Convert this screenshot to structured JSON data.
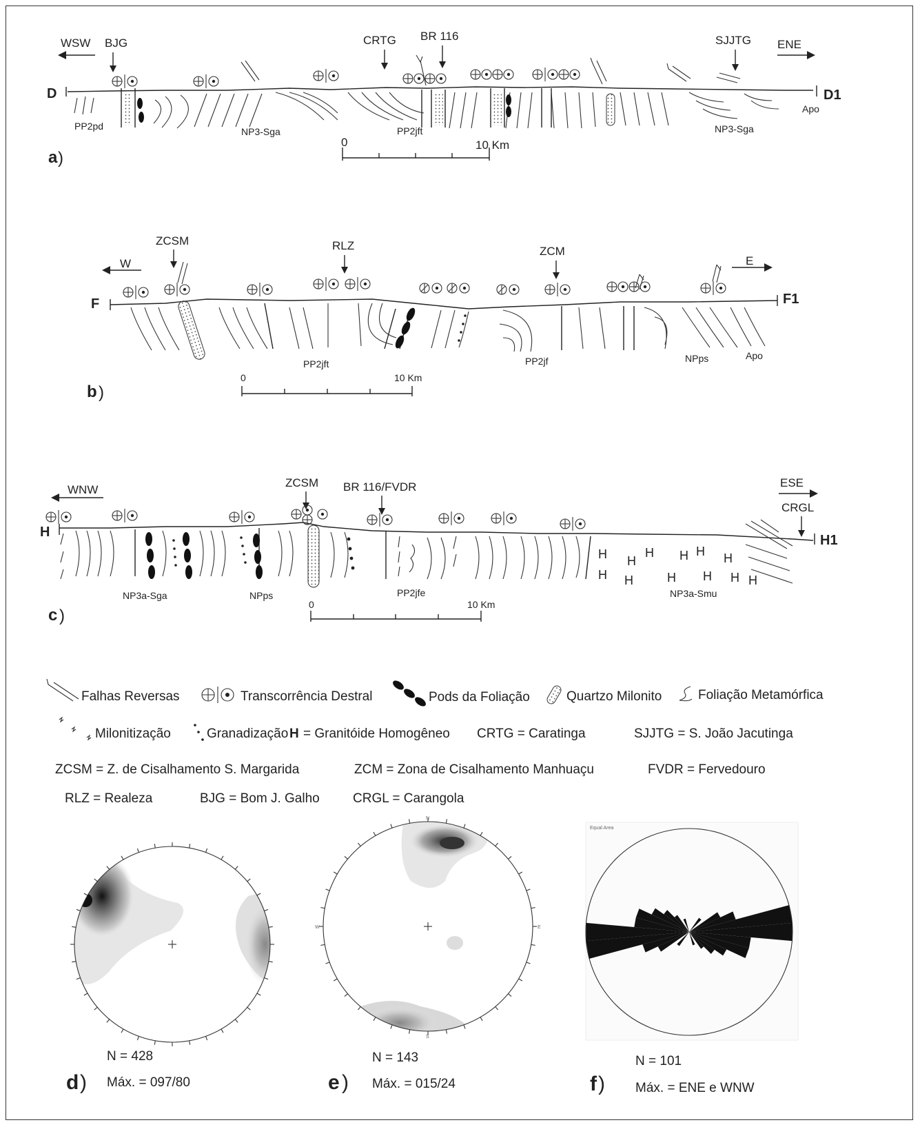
{
  "section_a": {
    "panel_label": "a",
    "dir_left": "WSW",
    "dir_right": "ENE",
    "end_left": "D",
    "end_right": "D1",
    "markers": [
      "BJG",
      "CRTG",
      "BR 116",
      "SJJTG"
    ],
    "units": [
      "PP2pd",
      "NP3-Sga",
      "PP2jft",
      "NP3-Sga",
      "Apo"
    ],
    "scale_start": "0",
    "scale_end": "10 Km"
  },
  "section_b": {
    "panel_label": "b",
    "dir_left": "W",
    "dir_right": "E",
    "end_left": "F",
    "end_right": "F1",
    "markers": [
      "ZCSM",
      "RLZ",
      "ZCM"
    ],
    "units": [
      "PP2jft",
      "PP2jf",
      "NPps",
      "Apo"
    ],
    "scale_start": "0",
    "scale_end": "10 Km"
  },
  "section_c": {
    "panel_label": "c",
    "dir_left": "WNW",
    "dir_right": "ESE",
    "end_left": "H",
    "end_right": "H1",
    "markers": [
      "ZCSM",
      "BR 116/FVDR",
      "CRGL"
    ],
    "units": [
      "NP3a-Sga",
      "NPps",
      "PP2jfe",
      "NP3a-Smu"
    ],
    "scale_start": "0",
    "scale_end": "10 Km"
  },
  "legend": {
    "falhas": "Falhas Reversas",
    "transcorrencia": "Transcorrência Destral",
    "pods": "Pods da Foliação",
    "quartzo": "Quartzo Milonito",
    "foliacao": "Foliação Metamórfica",
    "milonitizacao": "Milonitização",
    "granadizacao": "Granadização",
    "h_symbol": "H",
    "granitoide": "= Granitóide Homogêneo",
    "crtg": "CRTG = Caratinga",
    "sjjtg": "SJJTG = S. João Jacutinga",
    "zcsm": "ZCSM = Z. de Cisalhamento S. Margarida",
    "zcm": "ZCM = Zona de Cisalhamento Manhuaçu",
    "fvdr": "FVDR = Fervedouro",
    "rlz": "RLZ = Realeza",
    "bjg": "BJG = Bom J. Galho",
    "crgl": "CRGL = Carangola"
  },
  "stereonets": {
    "d": {
      "label": "d",
      "n": "N = 428",
      "max": "Máx. = 097/80"
    },
    "e": {
      "label": "e",
      "n": "N = 143",
      "max": "Máx. = 015/24",
      "north": "N",
      "south": "S",
      "west": "W",
      "east": "E"
    },
    "f": {
      "label": "f",
      "n": "N = 101",
      "max": "Máx. = ENE e WNW",
      "net_title": "Equal Area"
    }
  }
}
